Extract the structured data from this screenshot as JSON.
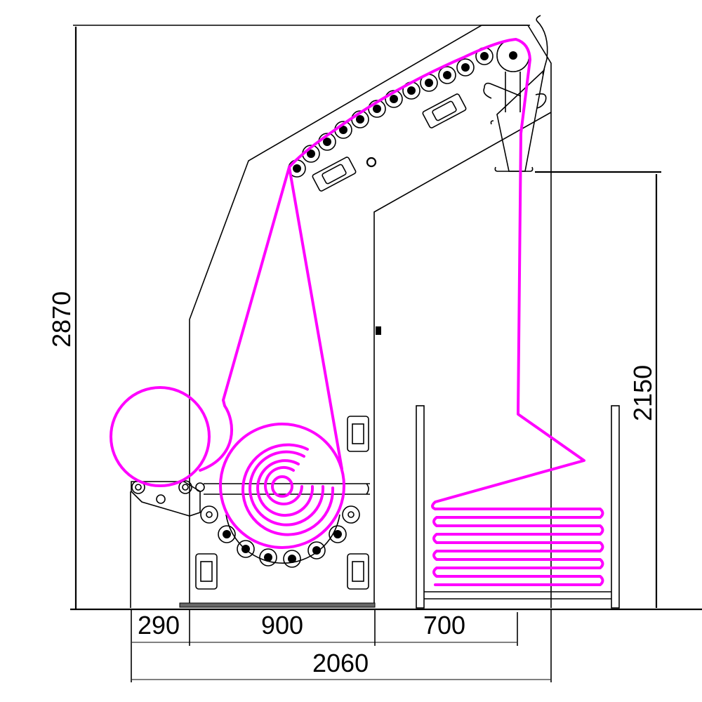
{
  "diagram": {
    "type": "technical-drawing",
    "subject": "fabric winding / plaiting machine side elevation",
    "colors": {
      "outline": "#000000",
      "fabric_path": "#ff00ff",
      "background": "#ffffff"
    },
    "dimensions": {
      "overall_height": "2870",
      "delivery_height": "2150",
      "width_left_unit": "290",
      "width_main_frame": "900",
      "width_folding_cart": "700",
      "overall_width": "2060"
    },
    "components": [
      "fabric-feed-roll",
      "unwinding-roll-concentric",
      "guide-roller-series",
      "top-drive-roll",
      "folding-funnel",
      "folding-cart",
      "control-panels",
      "tension-arm"
    ]
  }
}
